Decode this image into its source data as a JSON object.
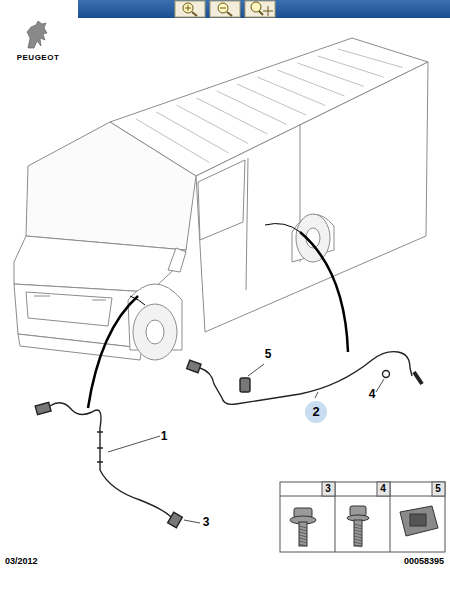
{
  "diagram": {
    "labels": [
      "PEUGEOT",
      "5",
      "2",
      "4",
      "1",
      "3",
      "3",
      "4",
      "5",
      "03/2012",
      "00058395"
    ]
  }
}
